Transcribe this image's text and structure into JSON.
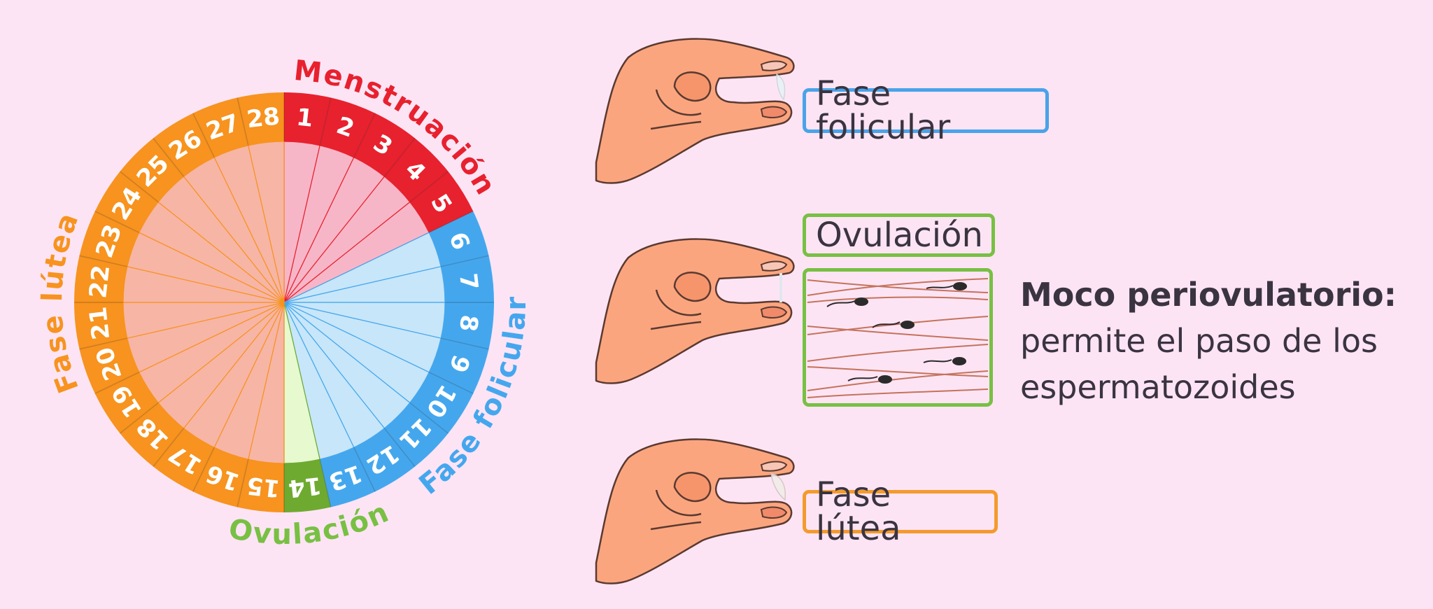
{
  "wheel": {
    "days": [
      "1",
      "2",
      "3",
      "4",
      "5",
      "6",
      "7",
      "8",
      "9",
      "10",
      "11",
      "12",
      "13",
      "14",
      "15",
      "16",
      "17",
      "18",
      "19",
      "20",
      "21",
      "22",
      "23",
      "24",
      "25",
      "26",
      "27",
      "28"
    ],
    "phases": [
      {
        "name": "Menstruación",
        "days": [
          1,
          5
        ],
        "ring": "#e8212e",
        "fill": "#f7b6c8",
        "label_color": "#e8212e"
      },
      {
        "name": "Fase folicular",
        "days": [
          6,
          13
        ],
        "ring": "#44a7ee",
        "fill": "#c7e6f9",
        "label_color": "#44a7ee"
      },
      {
        "name": "Ovulación",
        "days": [
          14,
          14
        ],
        "ring": "#6eaa30",
        "fill": "#e6f9cf",
        "label_color": "#78c043"
      },
      {
        "name": "Fase lútea",
        "days": [
          15,
          28
        ],
        "ring": "#f7931e",
        "fill": "#f7b5a6",
        "label_color": "#f7931e"
      }
    ]
  },
  "tests": {
    "folicular_label": "Fase folicular",
    "ovulacion_label": "Ovulación",
    "lutea_label": "Fase lútea",
    "mucus_title": "Moco periovulatorio:",
    "mucus_line1": "permite el paso de los",
    "mucus_line2": "espermatozoides"
  },
  "colors": {
    "background": "#fde4f5",
    "skin": "#fba57f",
    "skin_outline": "#5a3a30",
    "fiber": "#c4735a",
    "sperm": "#2b2b2b",
    "text": "#3a3440"
  }
}
